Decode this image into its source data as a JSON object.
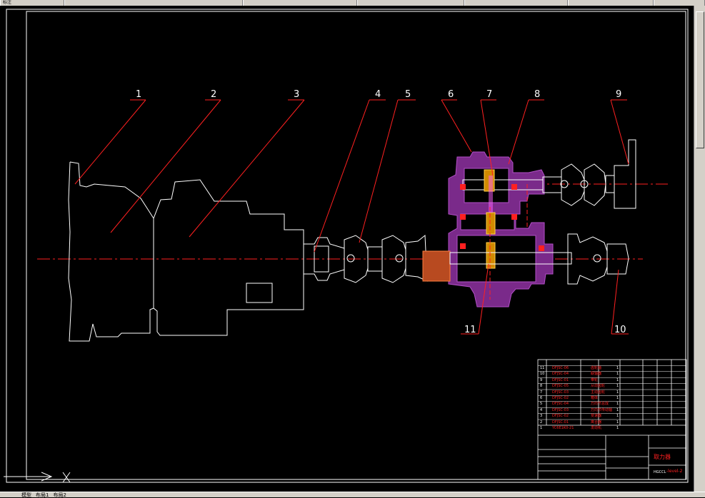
{
  "toolbar": {
    "segments": [
      "标注",
      "",
      "",
      "",
      "",
      "",
      ""
    ]
  },
  "callouts": [
    "1",
    "2",
    "3",
    "4",
    "5",
    "6",
    "7",
    "8",
    "9",
    "10",
    "11"
  ],
  "bom": {
    "rows": [
      {
        "num": "11",
        "code": "DFJSC-06",
        "name": "齿轮轴",
        "qty": "1"
      },
      {
        "num": "10",
        "code": "DFJSC-04",
        "name": "联轴器",
        "qty": "1"
      },
      {
        "num": "9",
        "code": "DFJSC-01",
        "name": "带轮",
        "qty": "1"
      },
      {
        "num": "8",
        "code": "DFJSC-05",
        "name": "从动齿轮",
        "qty": "1"
      },
      {
        "num": "7",
        "code": "DFJSC-03",
        "name": "主动齿轮",
        "qty": "1"
      },
      {
        "num": "6",
        "code": "DFJSC-02",
        "name": "箱体",
        "qty": "1"
      },
      {
        "num": "5",
        "code": "DFJSC-04",
        "name": "万向节总成",
        "qty": "1"
      },
      {
        "num": "4",
        "code": "DFJSC-03",
        "name": "万向节传动轴",
        "qty": "1"
      },
      {
        "num": "3",
        "code": "DFJSC-02",
        "name": "变速器",
        "qty": "1"
      },
      {
        "num": "2",
        "code": "DFJSC-01",
        "name": "离合器",
        "qty": "1"
      },
      {
        "num": "1",
        "code": "YC6E1K0-21",
        "name": "发动机",
        "qty": "1"
      }
    ],
    "title": "取力器",
    "code_label": "HGCCL",
    "code_value": "-level-2"
  },
  "status": {
    "x_axis": "X",
    "tabs": [
      "模型",
      "布局1",
      "布局2"
    ]
  }
}
